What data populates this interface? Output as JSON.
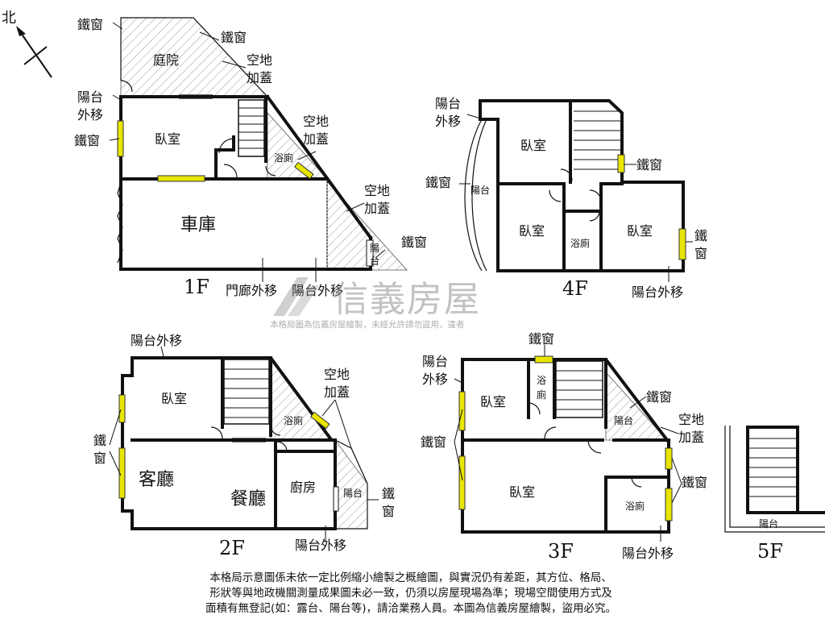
{
  "compass": {
    "label": "北"
  },
  "watermark": {
    "brand": "信義房屋",
    "notice": "本格局圖為信義房屋繪製，未經允許請勿盜用，違者"
  },
  "floors": {
    "f1": {
      "title": "1F",
      "rooms": {
        "courtyard": "庭院",
        "bedroom": "臥室",
        "bath": "浴廁",
        "garage": "車庫",
        "balcony": "陽台"
      },
      "labels": {
        "iron_window_top_left": "鐵窗",
        "iron_window_top": "鐵窗",
        "vacant_cover_1a": "空地",
        "vacant_cover_1b": "加蓋",
        "balcony_shift_a": "陽台",
        "balcony_shift_b": "外移",
        "iron_window_left": "鐵窗",
        "vacant_cover_2a": "空地",
        "vacant_cover_2b": "加蓋",
        "vacant_cover_3a": "空地",
        "vacant_cover_3b": "加蓋",
        "iron_window_right": "鐵窗",
        "porch_shift": "門廊外移",
        "balcony_shift_bottom": "陽台外移"
      }
    },
    "f2": {
      "title": "2F",
      "rooms": {
        "bedroom": "臥室",
        "bath": "浴廁",
        "living": "客廳",
        "dining": "餐廳",
        "kitchen": "廚房",
        "balcony": "陽台"
      },
      "labels": {
        "balcony_shift_top": "陽台外移",
        "iron_window_left_a": "鐵",
        "iron_window_left_b": "窗",
        "vacant_cover_a": "空地",
        "vacant_cover_b": "加蓋",
        "iron_window_right_a": "鐵",
        "iron_window_right_b": "窗",
        "balcony_shift_bottom": "陽台外移"
      }
    },
    "f3": {
      "title": "3F",
      "rooms": {
        "bedroom1": "臥室",
        "bath1_a": "浴",
        "bath1_b": "廁",
        "balcony": "陽台",
        "bedroom2": "臥室",
        "bath2": "浴廁"
      },
      "labels": {
        "iron_window_top": "鐵窗",
        "balcony_shift_a": "陽台",
        "balcony_shift_b": "外移",
        "iron_window_upper_right": "鐵窗",
        "iron_window_left": "鐵窗",
        "vacant_cover_a": "空地",
        "vacant_cover_b": "加蓋",
        "iron_window_right": "鐵窗",
        "balcony_shift_bottom": "陽台外移"
      }
    },
    "f4": {
      "title": "4F",
      "rooms": {
        "bedroom1": "臥室",
        "balcony": "陽台",
        "bedroom2": "臥室",
        "bath": "浴廁",
        "bedroom3": "臥室"
      },
      "labels": {
        "balcony_shift_a": "陽台",
        "balcony_shift_b": "外移",
        "iron_window_mid": "鐵窗",
        "iron_window_left": "鐵窗",
        "iron_window_right_a": "鐵",
        "iron_window_right_b": "窗",
        "balcony_shift_bottom": "陽台外移"
      }
    },
    "f5": {
      "title": "5F",
      "rooms": {
        "balcony": "陽台"
      }
    }
  },
  "disclaimer": {
    "line1": "本格局示意圖係未依一定比例縮小繪製之概繪圖，與實況仍有差距，其方位、格局、",
    "line2": "形狀等與地政機關測量成果圖未必一致，仍須以房屋現場為準；現場空間使用方式及",
    "line3": "面積有無登記(如：露台、陽台等)，請洽業務人員。本圖為信義房屋繪製，盜用必究。"
  }
}
